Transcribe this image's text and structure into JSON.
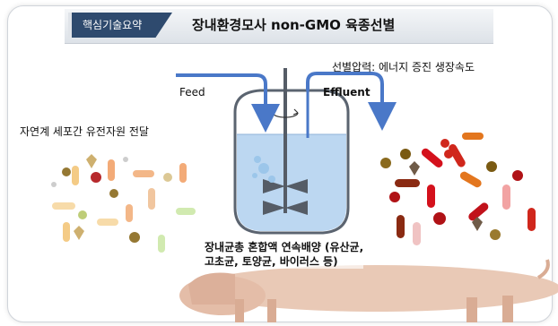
{
  "header": {
    "tag_label": "핵심기술요약",
    "title": "장내환경모사 non-GMO 육종선별"
  },
  "labels": {
    "feed": "Feed",
    "effluent": "Effluent",
    "selection_pressure": "선별압력: 에너지 증진 생장속도",
    "left_source": "자연계 세포간 유전자원 전달",
    "culture_line1": "장내균총 혼합액 연속배양 (유산균,",
    "culture_line2": "고초균, 토양균, 바이러스 등)"
  },
  "icons": {
    "reactor": "bioreactor-icon",
    "pig": "pig-icon",
    "arrows": "flow-arrow-icon"
  },
  "colors": {
    "arrow_blue": "#4a78c8",
    "tag_navy": "#2e4a6e",
    "liquid": "#bcd7f1",
    "vessel": "#5b6470"
  }
}
